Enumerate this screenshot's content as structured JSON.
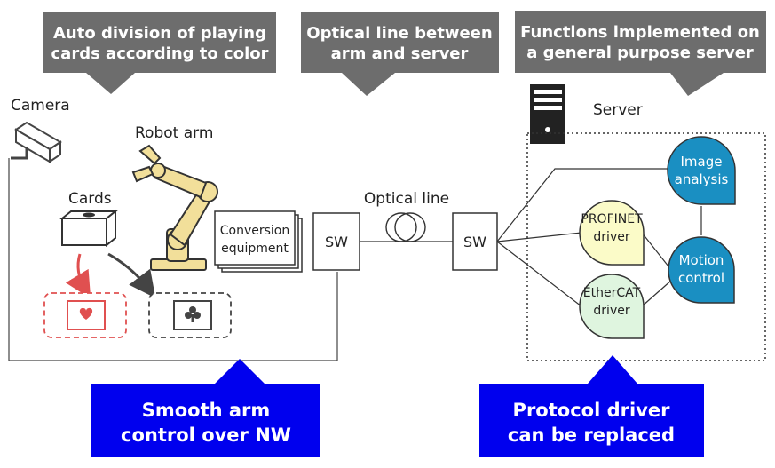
{
  "callouts": {
    "auto_division": {
      "line1": "Auto division of playing",
      "line2": "cards according to color"
    },
    "optical_line_between": {
      "line1": "Optical line between",
      "line2": "arm and server"
    },
    "functions_server": {
      "line1": "Functions implemented on",
      "line2": "a general purpose server"
    },
    "smooth_control": {
      "line1": "Smooth arm",
      "line2": "control over NW"
    },
    "protocol_driver": {
      "line1": "Protocol driver",
      "line2": "can be replaced"
    }
  },
  "labels": {
    "camera": "Camera",
    "robot_arm": "Robot arm",
    "cards": "Cards",
    "server": "Server",
    "optical_line": "Optical line",
    "conversion_line1": "Conversion",
    "conversion_line2": "equipment",
    "sw_left": "SW",
    "sw_right": "SW"
  },
  "server_functions": {
    "image_line1": "Image",
    "image_line2": "analysis",
    "profinet_line1": "PROFINET",
    "profinet_line2": "driver",
    "ethercat_line1": "EtherCAT",
    "ethercat_line2": "driver",
    "motion_line1": "Motion",
    "motion_line2": "control"
  },
  "colors": {
    "gray_callout": "#6d6d6d",
    "blue_callout": "#0000ee",
    "image_bubble": "#1a8fc2",
    "motion_bubble": "#1a8fc2",
    "profinet_bubble": "#fbfbc8",
    "ethercat_bubble": "#dff5df",
    "red_card": "#e05050",
    "arm_yellow": "#f2df9a"
  },
  "icons": [
    "camera-icon",
    "robot-arm-icon",
    "card-box-icon",
    "server-tower-icon",
    "optical-coil-icon",
    "heart-card-icon",
    "club-card-icon"
  ]
}
